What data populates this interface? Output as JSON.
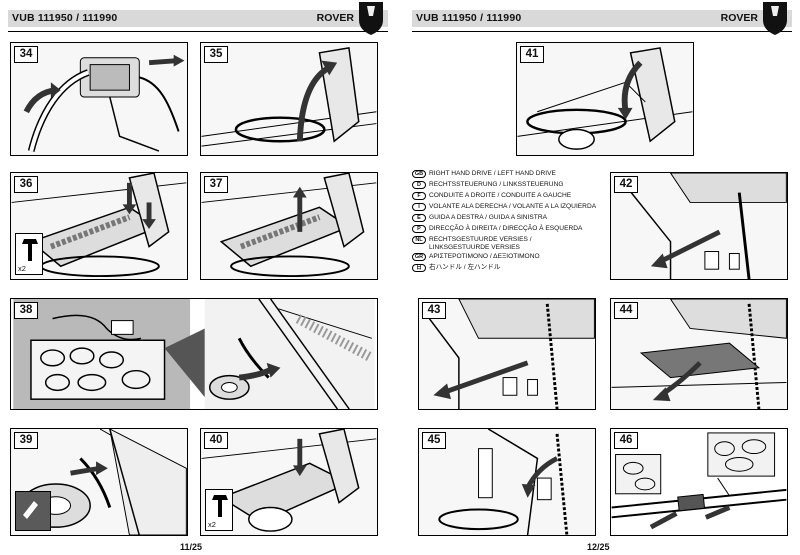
{
  "header": {
    "code": "VUB 111950 / 111990",
    "brand": "ROVER"
  },
  "steps": {
    "s34": "34",
    "s35": "35",
    "s36": "36",
    "s37": "37",
    "s38": "38",
    "s39": "39",
    "s40": "40",
    "s41": "41",
    "s42": "42",
    "s43": "43",
    "s44": "44",
    "s45": "45",
    "s46": "46"
  },
  "fasteners": {
    "step36_qty": "x2",
    "step40_qty": "x2"
  },
  "languages": [
    {
      "code": "GB",
      "text": "RIGHT HAND DRIVE / LEFT HAND DRIVE"
    },
    {
      "code": "D",
      "text": "RECHTSSTEUERUNG / LINKSSTEUERUNG"
    },
    {
      "code": "F",
      "text": "CONDUITE A DROITE / CONDUITE A GAUCHE"
    },
    {
      "code": "I",
      "text": "VOLANTE ALA DERECHA / VOLANTE A LA IZQUIERDA"
    },
    {
      "code": "E",
      "text": "GUIDA A DESTRA / GUIDA A SINISTRA"
    },
    {
      "code": "P",
      "text": "DIRECÇÃO À DIREITA / DIRECÇÃO À ESQUERDA"
    },
    {
      "code": "NL",
      "text": "RECHTSGESTUURDE VERSIES /",
      "text2": "LINKSGESTUURDE VERSIES"
    },
    {
      "code": "GR",
      "text": "ΑΡΙΣΤΕΡΟΤΙΜΟΝΟ / ΔΕΞΙΟΤΙΜΟΝΟ"
    },
    {
      "code": "日",
      "text": "右ハンドル / 左ハンドル"
    }
  ],
  "pages": {
    "left": "11/25",
    "right": "12/25"
  },
  "icons": [
    "shield-logo-icon",
    "bolt-icon",
    "arrow-icon"
  ]
}
